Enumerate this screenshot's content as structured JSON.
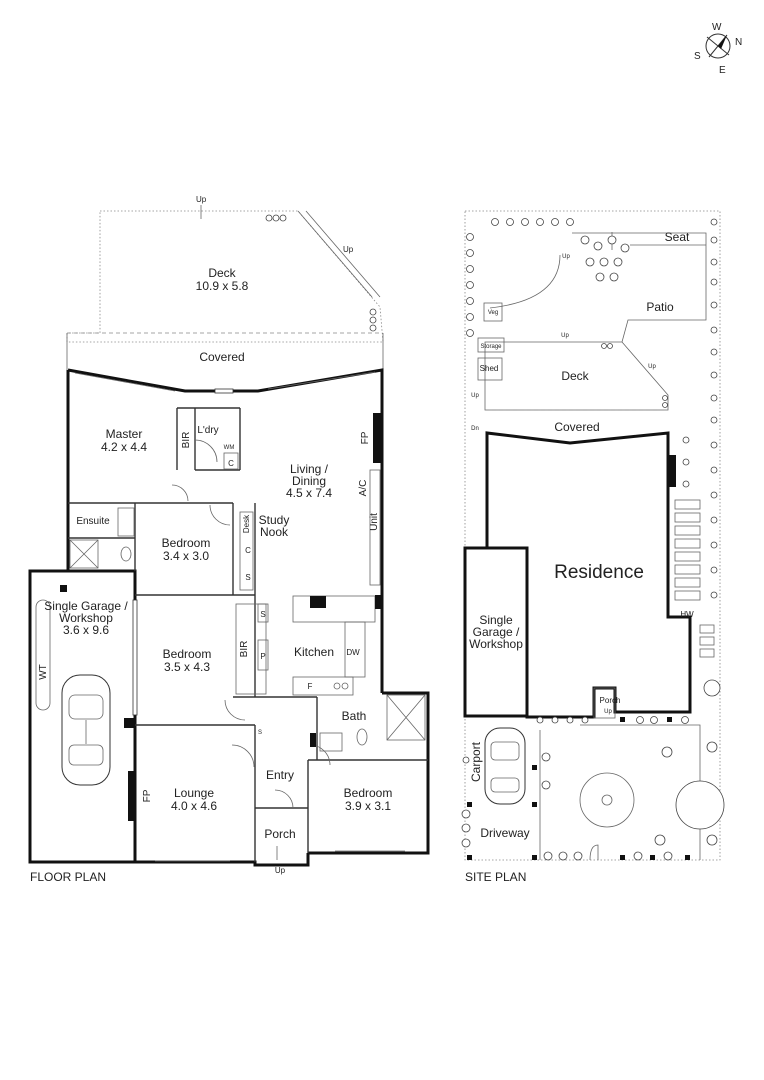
{
  "compass": {
    "n": "N",
    "s": "S",
    "e": "E",
    "w": "W"
  },
  "floor_plan": {
    "caption": "FLOOR PLAN",
    "deck": {
      "name": "Deck",
      "size": "10.9 x 5.8",
      "up": "Up",
      "up2": "Up"
    },
    "covered": "Covered",
    "master": {
      "name": "Master",
      "size": "4.2 x 4.4"
    },
    "bir1": "BIR",
    "ldry": "L'dry",
    "wm": "WM",
    "c1": "C",
    "living": {
      "name1": "Living /",
      "name2": "Dining",
      "size": "4.5 x 7.4"
    },
    "fp_living": "FP",
    "ac": "A/C",
    "unit": "Unit",
    "ensuite": "Ensuite",
    "bedroom1": {
      "name": "Bedroom",
      "size": "3.4 x 3.0"
    },
    "desk": "Desk",
    "c2": "C",
    "s1": "S",
    "study": {
      "line1": "Study",
      "line2": "Nook"
    },
    "garage": {
      "line1": "Single Garage /",
      "line2": "Workshop",
      "size": "3.6 x 9.6",
      "wt": "WT"
    },
    "bedroom2": {
      "name": "Bedroom",
      "size": "3.5 x 4.3"
    },
    "bir2": "BIR",
    "s2": "S",
    "p": "P",
    "kitchen": "Kitchen",
    "dw": "DW",
    "f": "F",
    "bath": "Bath",
    "s3": "S",
    "entry": "Entry",
    "lounge": {
      "name": "Lounge",
      "size": "4.0 x 4.6"
    },
    "fp_lounge": "FP",
    "bedroom3": {
      "name": "Bedroom",
      "size": "3.9 x 3.1"
    },
    "porch": "Porch",
    "porch_up": "Up"
  },
  "site_plan": {
    "caption": "SITE PLAN",
    "seat": "Seat",
    "patio": "Patio",
    "veg": "Veg",
    "storage": "Storage",
    "shed": "Shed",
    "deck": "Deck",
    "covered": "Covered",
    "residence": "Residence",
    "garage": {
      "line1": "Single",
      "line2": "Garage /",
      "line3": "Workshop"
    },
    "hw": "HW",
    "porch": "Porch",
    "porch_up": "Up",
    "carport": "Carport",
    "driveway": "Driveway",
    "up_a": "Up",
    "up_b": "Up",
    "up_c": "Up",
    "up_d": "Up",
    "dn": "Dn"
  }
}
